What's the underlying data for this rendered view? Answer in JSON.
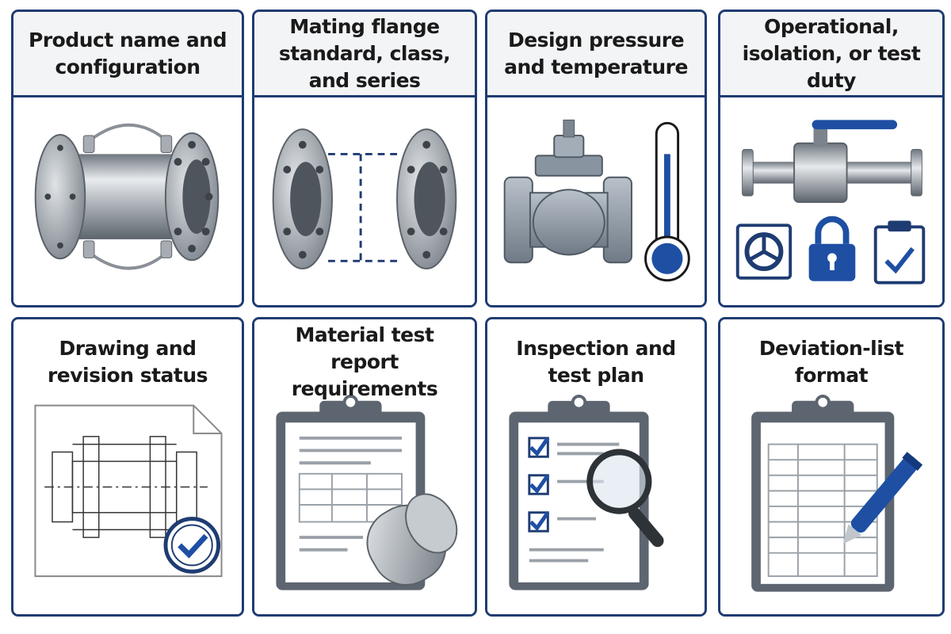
{
  "cards": [
    {
      "title": "Product name and configuration",
      "icon": "flanged-spool-icon"
    },
    {
      "title": "Mating flange standard, class, and series",
      "icon": "flange-pair-icon"
    },
    {
      "title": "Design pressure and temperature",
      "icon": "check-valve-thermometer-icon"
    },
    {
      "title": "Operational, isolation, or test duty",
      "icon": "ball-valve-duty-icon"
    },
    {
      "title": "Drawing and revision status",
      "icon": "drawing-check-icon"
    },
    {
      "title": "Material test report requirements",
      "icon": "clipboard-bar-stock-icon"
    },
    {
      "title": "Inspection and test plan",
      "icon": "checklist-magnifier-icon"
    },
    {
      "title": "Deviation-list format",
      "icon": "clipboard-pen-icon"
    }
  ],
  "colors": {
    "border": "#1f3c72",
    "accent": "#1e4fa3",
    "header_bg": "#f3f4f6",
    "steel": "#9aa1a8"
  }
}
